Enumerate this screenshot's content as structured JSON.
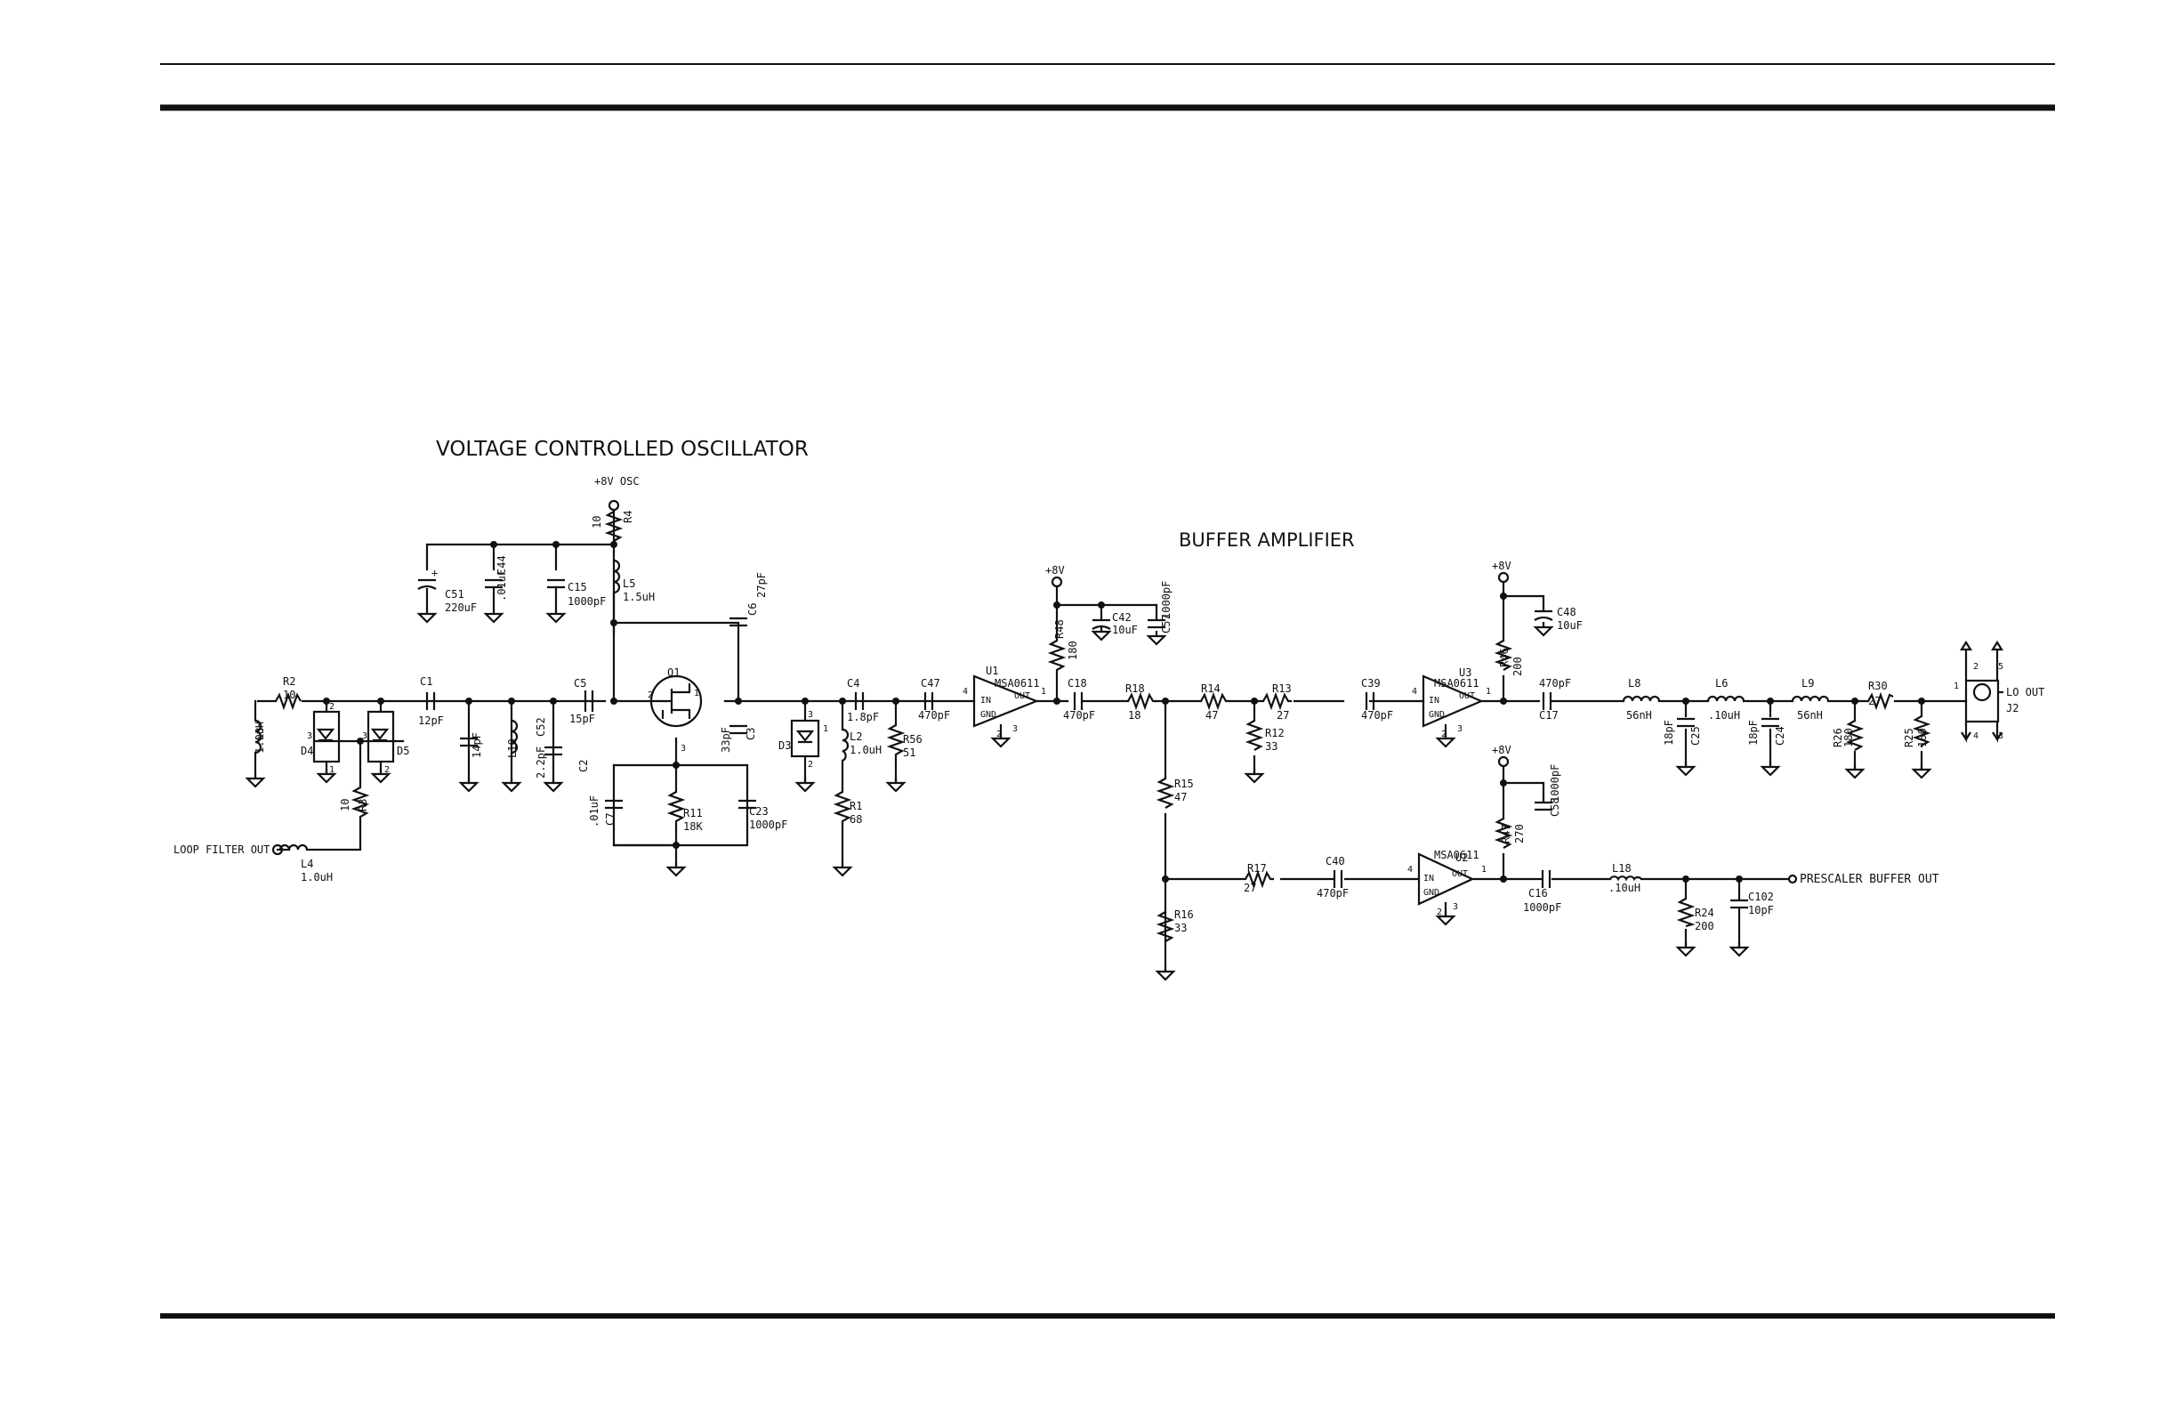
{
  "sections": {
    "vco_title": "VOLTAGE CONTROLLED OSCILLATOR",
    "buffer_title": "BUFFER AMPLIFIER"
  },
  "supplies": {
    "osc": "+8V OSC",
    "u1": "+8V",
    "u3": "+8V",
    "u2": "+8V"
  },
  "ports": {
    "loop_filter_out": "LOOP FILTER OUT",
    "lo_out": "LO OUT",
    "prescaler_out": "PRESCALER BUFFER OUT"
  },
  "labels": [
    {
      "id": "r2",
      "name": "R2",
      "value": "10"
    },
    {
      "id": "l3",
      "name": "L3",
      "value": "1.0uH"
    },
    {
      "id": "d4",
      "name": "D4",
      "value": ""
    },
    {
      "id": "d5",
      "name": "D5",
      "value": ""
    },
    {
      "id": "r3",
      "name": "R3",
      "value": "10"
    },
    {
      "id": "l4",
      "name": "L4",
      "value": "1.0uH"
    },
    {
      "id": "c1",
      "name": "C1",
      "value": "12pF"
    },
    {
      "id": "c8",
      "name": "",
      "value": "14pF"
    },
    {
      "id": "l10",
      "name": "L10",
      "value": ""
    },
    {
      "id": "c52",
      "name": "C52",
      "value": "2.2pF"
    },
    {
      "id": "c5",
      "name": "C5",
      "value": "15pF"
    },
    {
      "id": "c51",
      "name": "C51",
      "value": "220uF"
    },
    {
      "id": "c44",
      "name": "C44",
      "value": ".01uF"
    },
    {
      "id": "c15",
      "name": "C15",
      "value": "1000pF"
    },
    {
      "id": "r4",
      "name": "R4",
      "value": "10"
    },
    {
      "id": "l5",
      "name": "L5",
      "value": "1.5uH"
    },
    {
      "id": "c6",
      "name": "C6",
      "value": "27pF"
    },
    {
      "id": "q1",
      "name": "Q1",
      "value": ""
    },
    {
      "id": "c2",
      "name": "C2",
      "value": ""
    },
    {
      "id": "c7",
      "name": "C7",
      "value": ".01uF"
    },
    {
      "id": "r11",
      "name": "R11",
      "value": "18K"
    },
    {
      "id": "c23",
      "name": "C23",
      "value": "1000pF"
    },
    {
      "id": "c3",
      "name": "C3",
      "value": "33pF"
    },
    {
      "id": "d3",
      "name": "D3",
      "value": ""
    },
    {
      "id": "c4",
      "name": "C4",
      "value": "1.8pF"
    },
    {
      "id": "l2",
      "name": "L2",
      "value": "1.0uH"
    },
    {
      "id": "r1",
      "name": "R1",
      "value": "68"
    },
    {
      "id": "r56",
      "name": "R56",
      "value": "51"
    },
    {
      "id": "c47",
      "name": "C47",
      "value": "470pF"
    },
    {
      "id": "u1",
      "name": "U1",
      "value": "MSA0611"
    },
    {
      "id": "r48",
      "name": "R48",
      "value": "180"
    },
    {
      "id": "c42",
      "name": "C42",
      "value": "10uF"
    },
    {
      "id": "c57",
      "name": "C57",
      "value": "1000pF"
    },
    {
      "id": "c18",
      "name": "C18",
      "value": "470pF"
    },
    {
      "id": "r18",
      "name": "R18",
      "value": "18"
    },
    {
      "id": "r14",
      "name": "R14",
      "value": "47"
    },
    {
      "id": "r13",
      "name": "R13",
      "value": "27"
    },
    {
      "id": "r12",
      "name": "R12",
      "value": "33"
    },
    {
      "id": "c39",
      "name": "C39",
      "value": "470pF"
    },
    {
      "id": "u3",
      "name": "U3",
      "value": "MSA0611"
    },
    {
      "id": "r46",
      "name": "R46",
      "value": "200"
    },
    {
      "id": "c48",
      "name": "C48",
      "value": "10uF"
    },
    {
      "id": "c17",
      "name": "C17",
      "value": "470pF"
    },
    {
      "id": "l8",
      "name": "L8",
      "value": "56nH"
    },
    {
      "id": "c25",
      "name": "C25",
      "value": "18pF"
    },
    {
      "id": "l6",
      "name": "L6",
      "value": ".10uH"
    },
    {
      "id": "c24",
      "name": "C24",
      "value": "18pF"
    },
    {
      "id": "l9",
      "name": "L9",
      "value": "56nH"
    },
    {
      "id": "r26",
      "name": "R26",
      "value": "180"
    },
    {
      "id": "r30",
      "name": "R30",
      "value": "27"
    },
    {
      "id": "r25",
      "name": "R25",
      "value": "180"
    },
    {
      "id": "j2",
      "name": "J2",
      "value": ""
    },
    {
      "id": "r15",
      "name": "R15",
      "value": "47"
    },
    {
      "id": "r16",
      "name": "R16",
      "value": "33"
    },
    {
      "id": "r17",
      "name": "R17",
      "value": "27"
    },
    {
      "id": "c40",
      "name": "C40",
      "value": "470pF"
    },
    {
      "id": "u2",
      "name": "U2",
      "value": "MSA0611"
    },
    {
      "id": "r47",
      "name": "R47",
      "value": "270"
    },
    {
      "id": "c58",
      "name": "C58",
      "value": "1000pF"
    },
    {
      "id": "c16",
      "name": "C16",
      "value": "1000pF"
    },
    {
      "id": "l18",
      "name": "L18",
      "value": ".10uH"
    },
    {
      "id": "r24",
      "name": "R24",
      "value": "200"
    },
    {
      "id": "c102",
      "name": "C102",
      "value": "10pF"
    }
  ],
  "amp_pins": {
    "in": "IN",
    "out": "OUT",
    "gnd": "GND"
  },
  "pins": {
    "p1": "1",
    "p2": "2",
    "p3": "3",
    "p4": "4",
    "p5": "5"
  }
}
